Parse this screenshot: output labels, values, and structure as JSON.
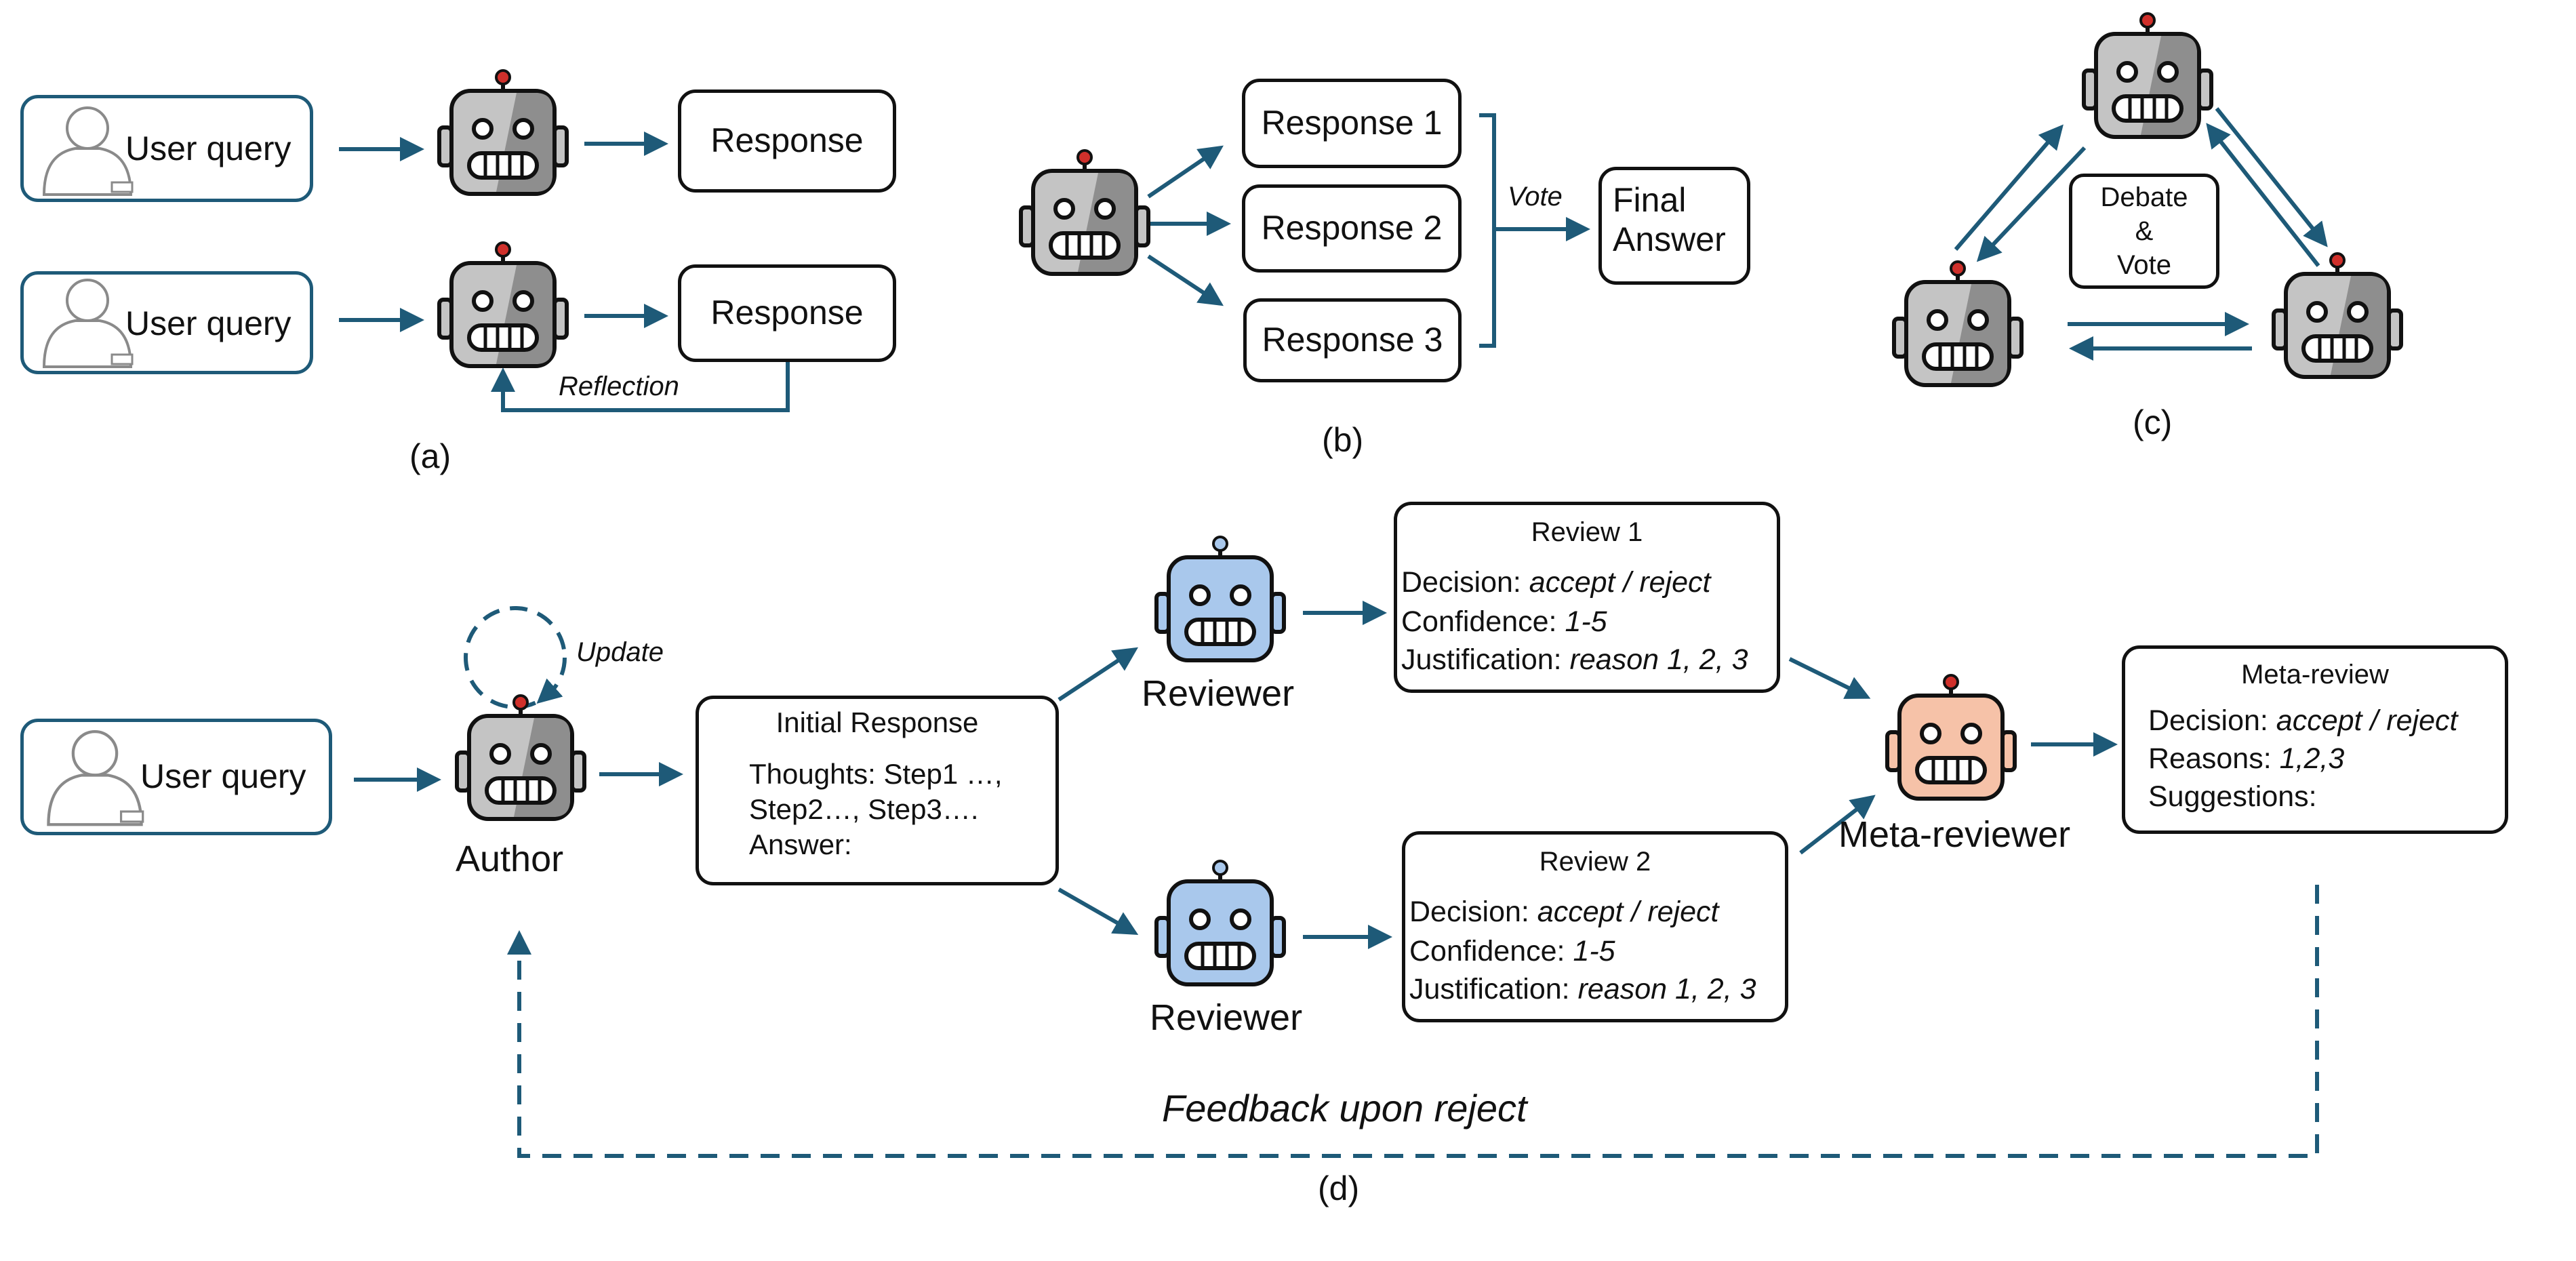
{
  "panels": {
    "a": {
      "caption": "(a)",
      "row1": {
        "user_query": "User query",
        "response": "Response"
      },
      "row2": {
        "user_query": "User query",
        "response": "Response",
        "loop_label": "Reflection"
      }
    },
    "b": {
      "caption": "(b)",
      "responses": [
        "Response 1",
        "Response 2",
        "Response 3"
      ],
      "vote_label": "Vote",
      "final_answer": [
        "Final",
        "Answer"
      ]
    },
    "c": {
      "caption": "(c)",
      "center_label": [
        "Debate",
        "&",
        "Vote"
      ]
    },
    "d": {
      "caption": "(d)",
      "user_query": "User query",
      "author_label": "Author",
      "update_label": "Update",
      "initial_response": {
        "title": "Initial Response",
        "lines": [
          "Thoughts: Step1 …,",
          "Step2…, Step3….",
          "Answer:"
        ]
      },
      "reviewer_label": "Reviewer",
      "reviews": [
        {
          "title": "Review 1",
          "decision_key": "Decision: ",
          "decision_val": "accept / reject",
          "confidence_key": "Confidence: ",
          "confidence_val": "1-5",
          "justification_key": "Justification: ",
          "justification_val": "reason 1, 2, 3"
        },
        {
          "title": "Review 2",
          "decision_key": "Decision: ",
          "decision_val": "accept / reject",
          "confidence_key": "Confidence: ",
          "confidence_val": "1-5",
          "justification_key": "Justification: ",
          "justification_val": "reason 1, 2, 3"
        }
      ],
      "meta_reviewer_label": "Meta-reviewer",
      "meta_review": {
        "title": "Meta-review",
        "decision_key": "Decision: ",
        "decision_val": "accept / reject",
        "reasons_key": "Reasons: ",
        "reasons_val": "1,2,3",
        "suggestions": "Suggestions:"
      },
      "feedback_label": "Feedback upon reject"
    }
  },
  "colors": {
    "arrow": "#1e5a78",
    "robot_gray": "#c4c4c4",
    "robot_gray_shade": "#8e8e8e",
    "robot_blue": "#a9c8ec",
    "robot_blue_shade": "#7fa6d6",
    "robot_peach": "#f6c2a8",
    "robot_peach_shade": "#e79d7e",
    "antenna_red": "#d0302b"
  },
  "icons": [
    "user-icon",
    "robot-icon"
  ]
}
